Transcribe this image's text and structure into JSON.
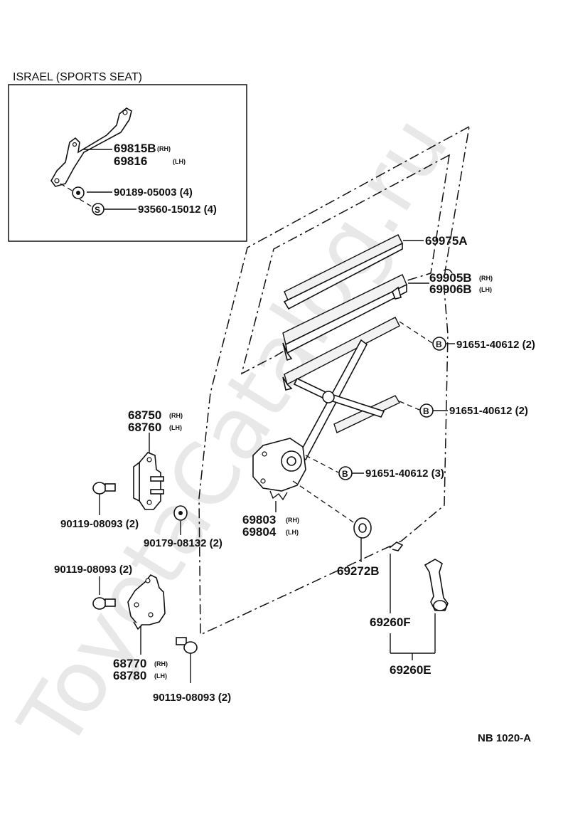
{
  "watermark": "ToyotaCatalog.ru",
  "inset": {
    "title": "ISRAEL (SPORTS  SEAT)",
    "bracket_part": "69815B",
    "bracket_part_sub": "(RH)",
    "bracket_part_2": "69816",
    "bracket_part_2_sub": "(LH)",
    "nut_part": "90189-05003 (4)",
    "screw_marker": "S",
    "screw_part": "93560-15012 (4)"
  },
  "parts": {
    "glass_channel": "69975A",
    "run_channel_rh": "69905B",
    "run_channel_rh_sub": "(RH)",
    "run_channel_lh": "69906B",
    "run_channel_lh_sub": "(LH)",
    "bolt_marker": "B",
    "bolt_1": "91651-40612  (2)",
    "bolt_2": "91651-40612  (2)",
    "bolt_3": "91651-40612  (3)",
    "hinge_upper_rh": "68750",
    "hinge_upper_rh_sub": "(RH)",
    "hinge_upper_lh": "68760",
    "hinge_upper_lh_sub": "(LH)",
    "hinge_bolt_upper": "90119-08093 (2)",
    "hinge_nut": "90179-08132 (2)",
    "regulator_rh": "69803",
    "regulator_rh_sub": "(RH)",
    "regulator_lh": "69804",
    "regulator_lh_sub": "(LH)",
    "handle_washer": "69272B",
    "hinge_bolt_lower": "90119-08093 (2)",
    "hinge_lower_rh": "68770",
    "hinge_lower_rh_sub": "(RH)",
    "hinge_lower_lh": "68780",
    "hinge_lower_lh_sub": "(LH)",
    "hinge_bolt_bottom": "90119-08093 (2)",
    "handle_clip": "69260F",
    "handle_assy": "69260E"
  },
  "diagram_code": "NB  1020-A"
}
